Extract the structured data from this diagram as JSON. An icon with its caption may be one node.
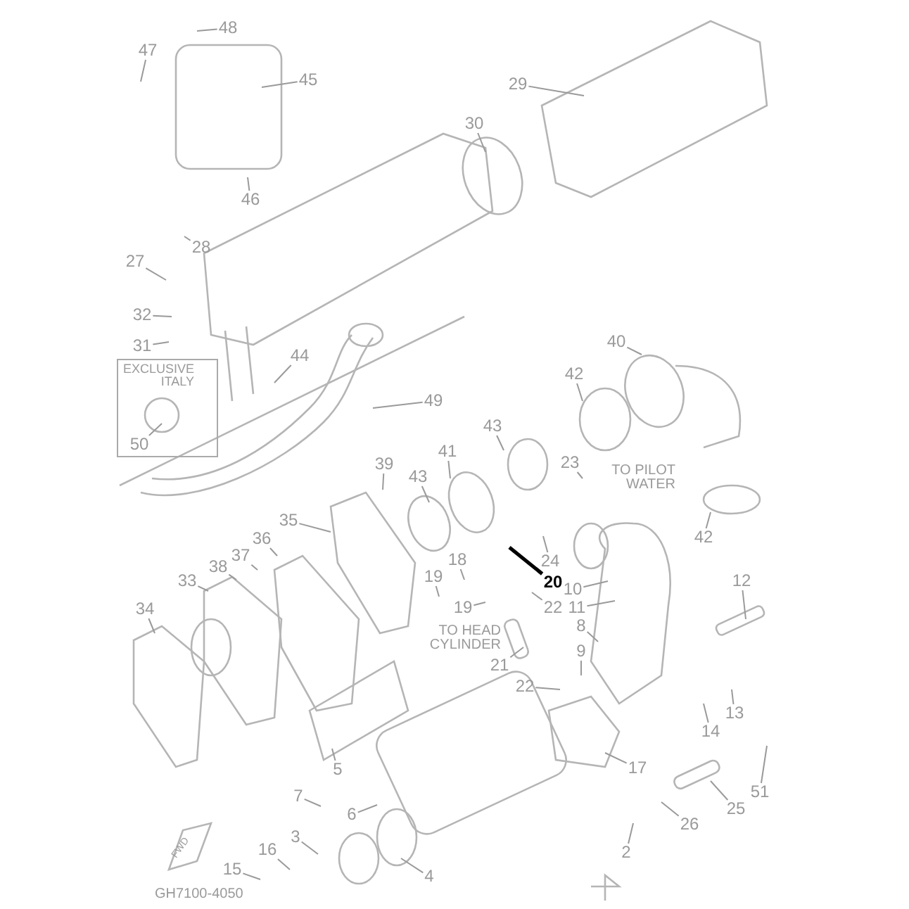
{
  "diagram": {
    "nodes": [
      {
        "text": [
          "48"
        ]
      },
      {
        "text": [
          "47"
        ]
      },
      {
        "text": [
          "45"
        ]
      },
      {
        "text": [
          "29"
        ]
      },
      {
        "text": [
          "30"
        ]
      },
      {
        "text": [
          "46"
        ]
      },
      {
        "text": [
          "28"
        ]
      },
      {
        "text": [
          "27"
        ]
      },
      {
        "text": [
          "32"
        ]
      },
      {
        "text": [
          "31"
        ]
      },
      {
        "text": [
          "40"
        ]
      },
      {
        "text": [
          "44"
        ]
      },
      {
        "text": [
          "EXCLUSIVE ITALY"
        ]
      },
      {
        "text": [
          "42"
        ]
      },
      {
        "text": [
          "49"
        ]
      },
      {
        "text": [
          "50"
        ],
        "in": 12
      },
      {
        "text": [
          "43"
        ]
      },
      {
        "text": [
          "41"
        ]
      },
      {
        "text": [
          "23"
        ]
      },
      {
        "text": [
          "39"
        ]
      },
      {
        "text": [
          "43"
        ]
      },
      {
        "text": [
          "35"
        ]
      },
      {
        "text": [
          "42"
        ]
      },
      {
        "text": [
          "36"
        ]
      },
      {
        "text": [
          "37"
        ]
      },
      {
        "text": [
          "24"
        ]
      },
      {
        "text": [
          "38"
        ]
      },
      {
        "text": [
          "18"
        ]
      },
      {
        "text": [
          "33"
        ]
      },
      {
        "text": [
          "19"
        ]
      },
      {
        "text": [
          "20"
        ]
      },
      {
        "text": [
          "12"
        ]
      },
      {
        "text": [
          "10"
        ]
      },
      {
        "text": [
          "22"
        ]
      },
      {
        "text": [
          "11"
        ]
      },
      {
        "text": [
          "34"
        ]
      },
      {
        "text": [
          "19"
        ]
      },
      {
        "text": [
          "8"
        ]
      },
      {
        "text": [
          "9"
        ]
      },
      {
        "text": [
          "21"
        ]
      },
      {
        "text": [
          "22"
        ]
      },
      {
        "text": [
          "13"
        ]
      },
      {
        "text": [
          "14"
        ]
      },
      {
        "text": [
          "5"
        ]
      },
      {
        "text": [
          "17"
        ]
      },
      {
        "text": [
          "7"
        ]
      },
      {
        "text": [
          "51"
        ]
      },
      {
        "text": [
          "6"
        ]
      },
      {
        "text": [
          "25"
        ]
      },
      {
        "text": [
          "3"
        ]
      },
      {
        "text": [
          "26"
        ]
      },
      {
        "text": [
          "16"
        ]
      },
      {
        "text": [
          "2"
        ]
      },
      {
        "text": [
          "15"
        ]
      },
      {
        "text": [
          "4"
        ]
      }
    ],
    "edges": [
      {
        "from": 0,
        "to": null,
        "arrow": "none"
      },
      {
        "from": 1,
        "to": null,
        "arrow": "none"
      },
      {
        "from": 2,
        "to": null,
        "arrow": "none"
      },
      {
        "from": 3,
        "to": null,
        "arrow": "none"
      },
      {
        "from": 4,
        "to": null,
        "arrow": "none"
      },
      {
        "from": 5,
        "to": null,
        "arrow": "none"
      },
      {
        "from": 6,
        "to": null,
        "arrow": "none"
      },
      {
        "from": 7,
        "to": null,
        "arrow": "none"
      },
      {
        "from": 8,
        "to": null,
        "arrow": "none"
      },
      {
        "from": 9,
        "to": null,
        "arrow": "none"
      },
      {
        "from": 10,
        "to": null,
        "arrow": "none"
      },
      {
        "from": 11,
        "to": null,
        "arrow": "none"
      },
      {
        "from": 13,
        "to": null,
        "arrow": "none"
      },
      {
        "from": 14,
        "to": null,
        "arrow": "none"
      },
      {
        "from": 15,
        "to": null,
        "arrow": "none"
      },
      {
        "from": 16,
        "to": null,
        "arrow": "none"
      },
      {
        "from": 17,
        "to": null,
        "arrow": "none"
      },
      {
        "from": 18,
        "to": null,
        "arrow": "none"
      },
      {
        "from": 19,
        "to": null,
        "arrow": "none"
      },
      {
        "from": 20,
        "to": null,
        "arrow": "none"
      },
      {
        "from": 21,
        "to": null,
        "arrow": "none"
      },
      {
        "from": 22,
        "to": null,
        "arrow": "none"
      },
      {
        "from": 23,
        "to": null,
        "arrow": "none"
      },
      {
        "from": 24,
        "to": null,
        "arrow": "none"
      },
      {
        "from": 25,
        "to": null,
        "arrow": "none"
      },
      {
        "from": 26,
        "to": null,
        "arrow": "none"
      },
      {
        "from": 27,
        "to": null,
        "arrow": "none"
      },
      {
        "from": 28,
        "to": null,
        "arrow": "none"
      },
      {
        "from": 29,
        "to": null,
        "arrow": "none"
      },
      {
        "from": 30,
        "to": null,
        "arrow": "none",
        "style": "thick",
        "color": "#000000"
      },
      {
        "from": 31,
        "to": null,
        "arrow": "none"
      },
      {
        "from": 32,
        "to": null,
        "arrow": "none"
      },
      {
        "from": 33,
        "to": null,
        "arrow": "none"
      },
      {
        "from": 34,
        "to": null,
        "arrow": "none"
      },
      {
        "from": 35,
        "to": null,
        "arrow": "none"
      },
      {
        "from": 36,
        "to": null,
        "arrow": "none"
      },
      {
        "from": 37,
        "to": null,
        "arrow": "none"
      },
      {
        "from": 38,
        "to": null,
        "arrow": "none"
      },
      {
        "from": 39,
        "to": null,
        "arrow": "none"
      },
      {
        "from": 40,
        "to": null,
        "arrow": "none"
      },
      {
        "from": 41,
        "to": null,
        "arrow": "none"
      },
      {
        "from": 42,
        "to": null,
        "arrow": "none"
      },
      {
        "from": 43,
        "to": null,
        "arrow": "none"
      },
      {
        "from": 44,
        "to": null,
        "arrow": "none"
      },
      {
        "from": 45,
        "to": null,
        "arrow": "none"
      },
      {
        "from": 46,
        "to": null,
        "arrow": "none"
      },
      {
        "from": 47,
        "to": null,
        "arrow": "none"
      },
      {
        "from": 48,
        "to": null,
        "arrow": "none"
      },
      {
        "from": 49,
        "to": null,
        "arrow": "none"
      },
      {
        "from": 50,
        "to": null,
        "arrow": "none"
      },
      {
        "from": 51,
        "to": null,
        "arrow": "none"
      },
      {
        "from": 52,
        "to": null,
        "arrow": "none"
      },
      {
        "from": 53,
        "to": null,
        "arrow": "none"
      },
      {
        "from": 54,
        "to": null,
        "arrow": "none"
      }
    ],
    "labels": [
      "TO PILOT WATER",
      "TO HEAD CYLINDER",
      "FWD",
      "GH7100-4050"
    ]
  }
}
